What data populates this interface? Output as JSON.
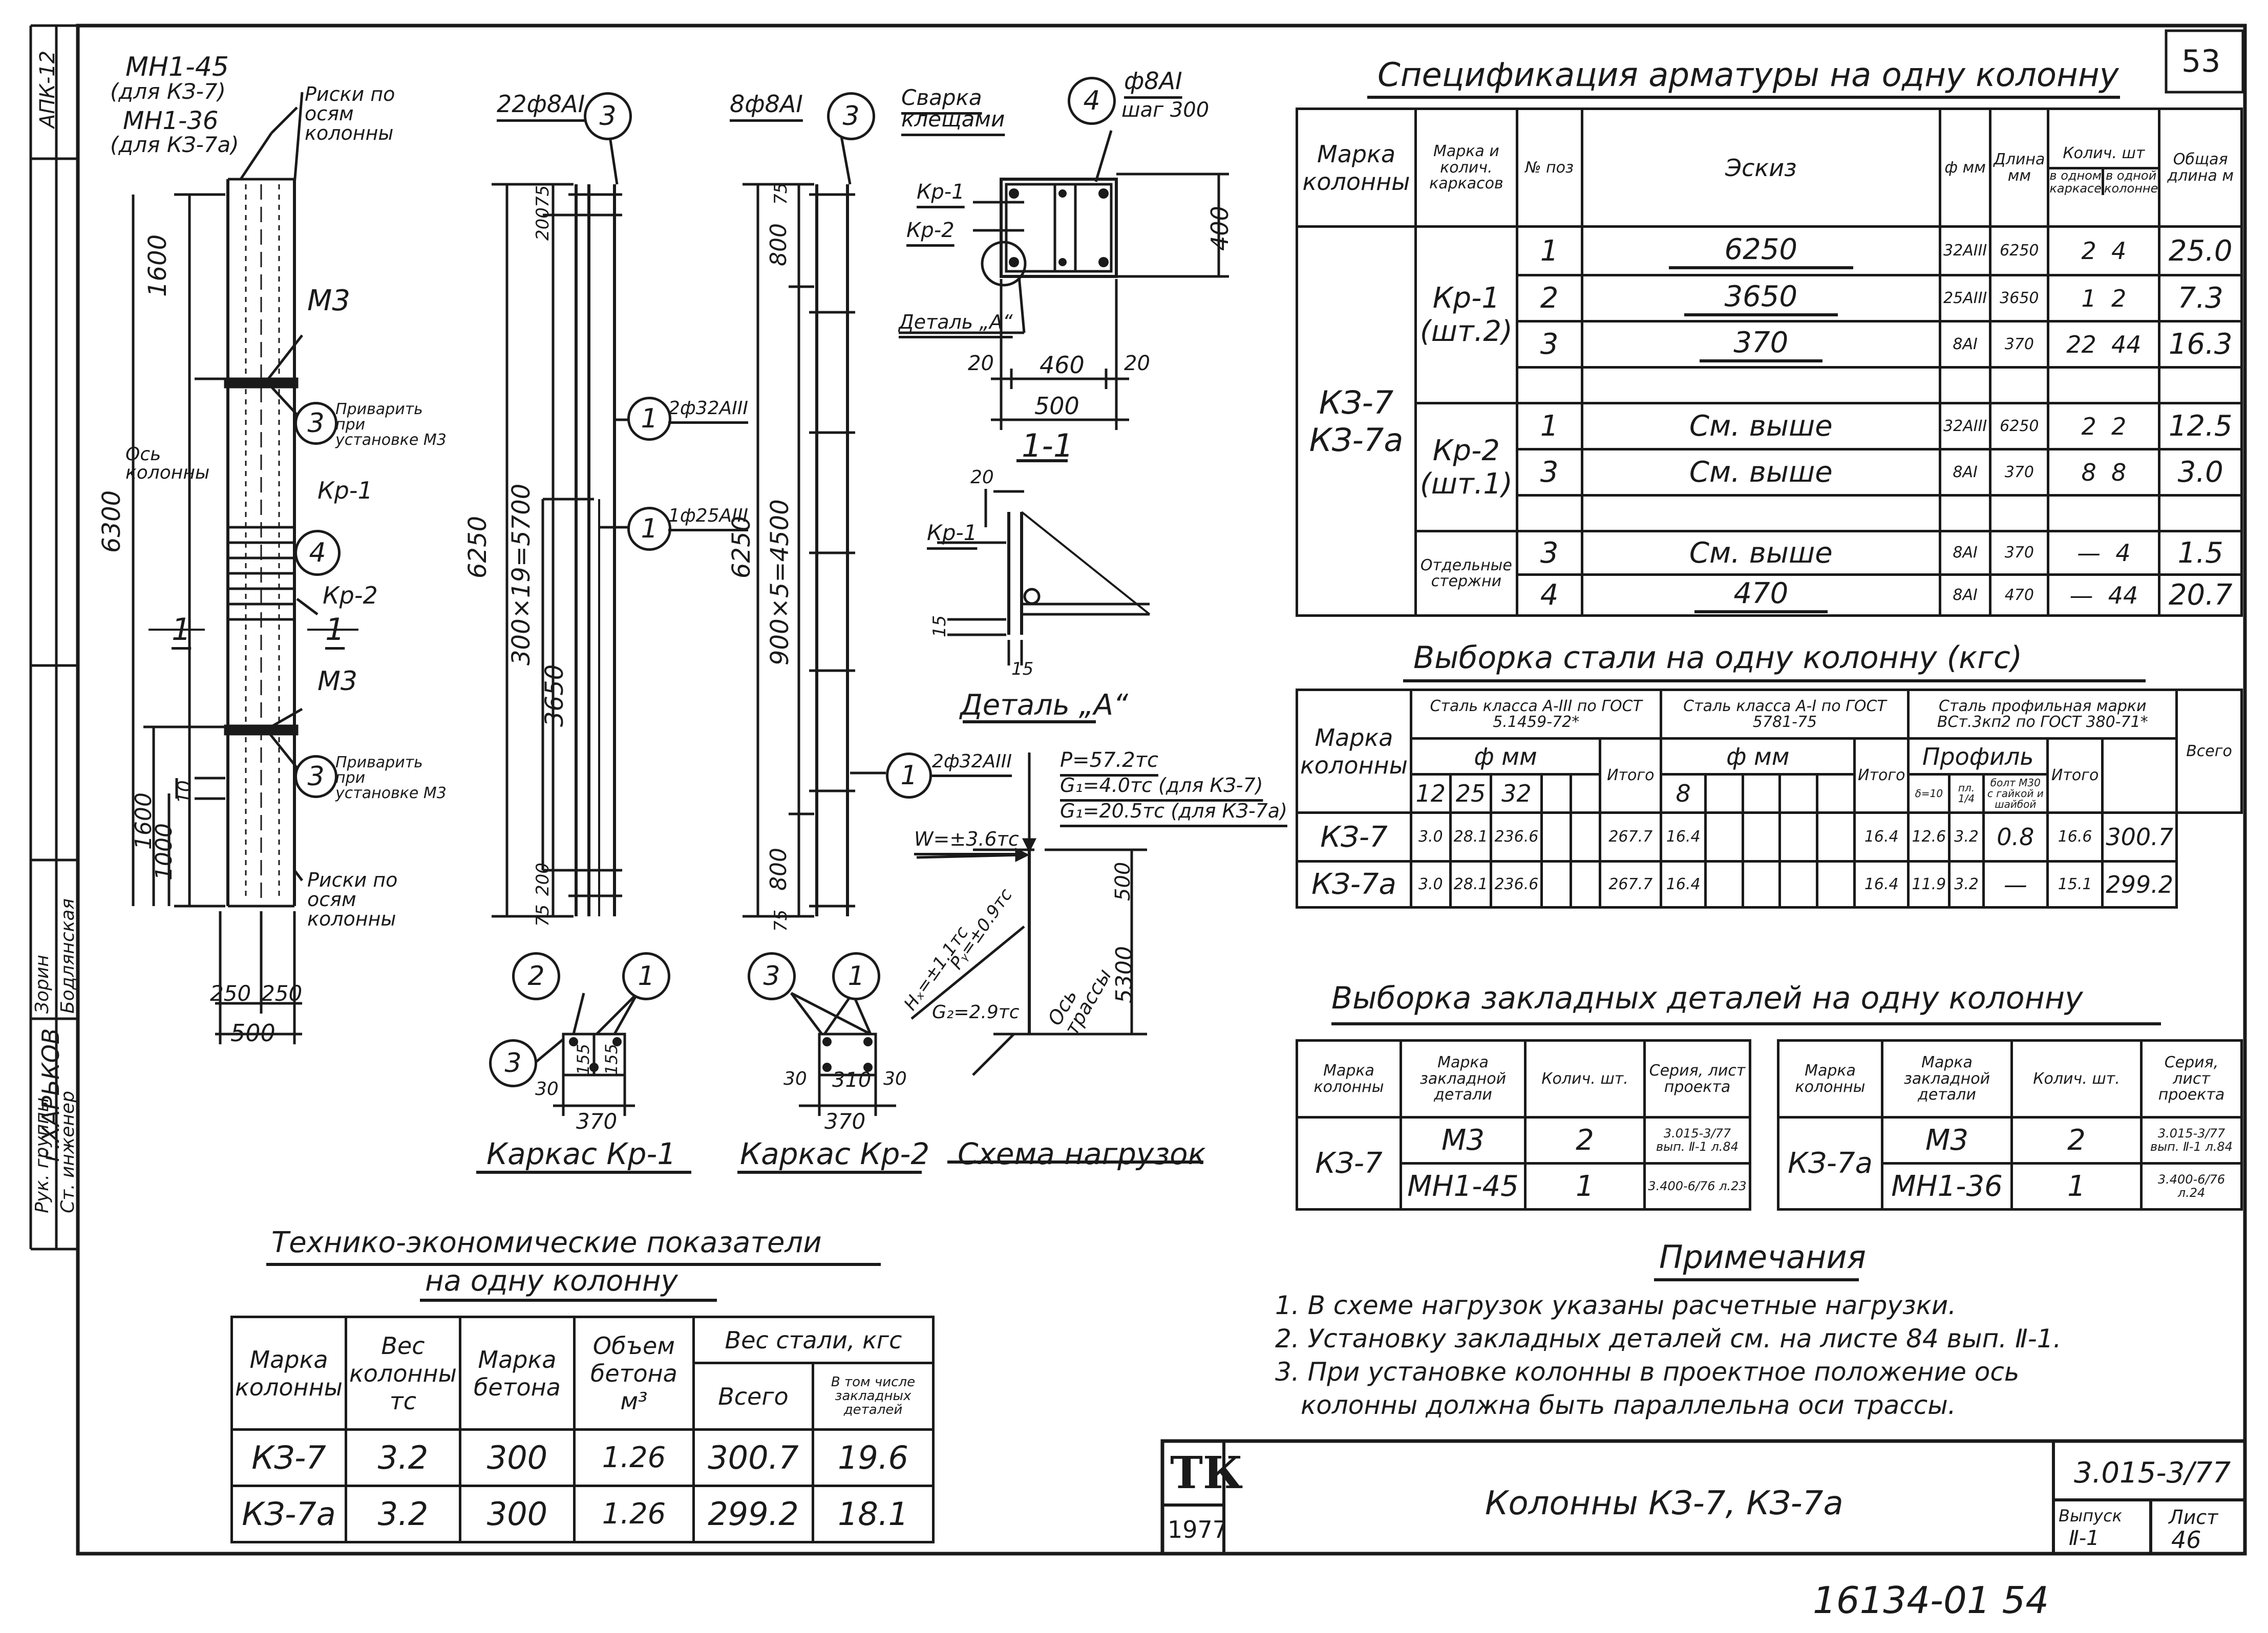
{
  "sheet": {
    "page_number": "53",
    "title": "Колонны КЗ-7, КЗ-7а",
    "code": "3.015-3/77",
    "issue_label": "Выпуск",
    "issue_value": "Ⅱ-1",
    "sheet_label": "Лист",
    "sheet_value": "46",
    "year": "1977",
    "logo": "ТК",
    "bottom_stamp": "16134-01 54",
    "corner_code": "АПК-12",
    "city": "г.ХАРЬКОВ",
    "roles": [
      "Рук. группы",
      "Ст. инженер"
    ],
    "names": [
      "Зорин",
      "Бодлянская"
    ]
  },
  "column_view": {
    "embed_label_1": "МН1-45",
    "embed_label_2": "(для КЗ-7)",
    "embed_label_3": "МН1-36",
    "embed_label_4": "(для КЗ-7а)",
    "risks_top": "Риски по осям колонны",
    "risks_bottom": "Риски по осям колонны",
    "m3_top": "М3",
    "m3_bottom": "М3",
    "weld_note_top": "Приварить при установке М3",
    "weld_note_bottom": "Приварить при установке М3",
    "axis_label": "Ось колонны",
    "kr1": "Кр-1",
    "kr2": "Кр-2",
    "section_mark_left": "1",
    "section_mark_right": "1",
    "dim_1600_top": "1600",
    "dim_6300": "6300",
    "dim_1600_bottom": "1600",
    "dim_1000": "1000",
    "dim_10": "10",
    "dim_250a": "250",
    "dim_250b": "250",
    "dim_500": "500",
    "bubble_3a": "3",
    "bubble_4": "4",
    "bubble_3b": "3"
  },
  "frame_kr1": {
    "top_label": "22ф8АI",
    "bubble_top": "3",
    "bubble_1": "1",
    "bar1_label": "2ф32АIII",
    "bar2_label": "1ф25АIII",
    "dim_75_top": "75",
    "dim_200_top": "200",
    "dim_6250": "6250",
    "dim_300x19": "300×19=5700",
    "dim_3650": "3650",
    "dim_200_bot": "200",
    "dim_75_bot": "75",
    "bubble_2": "2",
    "bubble_1b": "1",
    "bubble_3": "3",
    "sec_30": "30",
    "sec_155a": "155",
    "sec_155b": "155",
    "sec_370": "370",
    "caption": "Каркас Кр-1"
  },
  "frame_kr2": {
    "top_label": "8ф8АI",
    "bubble_top": "3",
    "dim_75_top": "75",
    "dim_800_top": "800",
    "dim_6250": "6250",
    "dim_900x5": "900×5=4500",
    "dim_800_bot": "800",
    "dim_75_bot": "75",
    "bar_label": "2ф32АIII",
    "bubble_1": "1",
    "bubble_3": "3",
    "bubble_1b": "1",
    "sec_30a": "30",
    "sec_310": "310",
    "sec_30b": "30",
    "sec_370": "370",
    "caption": "Каркас Кр-2"
  },
  "section_11": {
    "weld_label": "Сварка клещами",
    "bubble_4": "4",
    "stirrup_label": "ф8АI",
    "stirrup_step": "шаг 300",
    "kr1": "Кр-1",
    "kr2": "Кр-2",
    "detail_ref": "Деталь „А“",
    "dim_400": "400",
    "dim_20a": "20",
    "dim_460": "460",
    "dim_20b": "20",
    "dim_500": "500",
    "title": "1-1"
  },
  "detail_a": {
    "dim_20": "20",
    "kr1": "Кр-1",
    "dim_15a": "15",
    "dim_15b": "15",
    "title": "Деталь „А“"
  },
  "loads": {
    "p": "P=57.2тс",
    "g1a": "G₁=4.0тс (для КЗ-7)",
    "g1b": "G₁=20.5тс (для КЗ-7а)",
    "w": "W=±3.6тс",
    "hx": "Hₓ=±1.1тс",
    "py": "Pᵧ=±0.9тс",
    "g2": "G₂=2.9тс",
    "dim_500": "500",
    "dim_5300": "5300",
    "axis": "Ось трассы",
    "caption": "Схема нагрузок"
  },
  "spec": {
    "title": "Спецификация арматуры на одну колонну",
    "headers": {
      "column": "Марка колонны",
      "frame": "Марка и колич. каркасов",
      "pos": "№ поз",
      "sketch": "Эскиз",
      "diam": "ф мм",
      "length": "Длина мм",
      "qty": "Колич. шт",
      "qty_frame": "в одном каркасе",
      "qty_col": "в одной колонне",
      "total": "Общая длина м"
    },
    "column_marks": "КЗ-7 КЗ-7а",
    "groups": [
      {
        "frame": "Кр-1 (шт.2)",
        "rows": [
          {
            "pos": "1",
            "sketch": "6250",
            "diam": "32АIII",
            "len": "6250",
            "qf": "2",
            "qc": "4",
            "total": "25.0"
          },
          {
            "pos": "2",
            "sketch": "3650",
            "diam": "25АIII",
            "len": "3650",
            "qf": "1",
            "qc": "2",
            "total": "7.3"
          },
          {
            "pos": "3",
            "sketch": "370",
            "diam": "8АI",
            "len": "370",
            "qf": "22",
            "qc": "44",
            "total": "16.3"
          }
        ]
      },
      {
        "frame": "Кр-2 (шт.1)",
        "rows": [
          {
            "pos": "1",
            "sketch": "См. выше",
            "diam": "32АIII",
            "len": "6250",
            "qf": "2",
            "qc": "2",
            "total": "12.5"
          },
          {
            "pos": "3",
            "sketch": "См. выше",
            "diam": "8АI",
            "len": "370",
            "qf": "8",
            "qc": "8",
            "total": "3.0"
          }
        ]
      },
      {
        "frame": "Отдельные стержни",
        "rows": [
          {
            "pos": "3",
            "sketch": "См. выше",
            "diam": "8АI",
            "len": "370",
            "qf": "—",
            "qc": "4",
            "total": "1.5"
          },
          {
            "pos": "4",
            "sketch": "470",
            "diam": "8АI",
            "len": "470",
            "qf": "—",
            "qc": "44",
            "total": "20.7"
          }
        ]
      }
    ]
  },
  "steel": {
    "title": "Выборка стали на одну колонну (кгс)",
    "h_column": "Марка колонны",
    "h_a3": "Сталь класса А-III по ГОСТ 5.1459-72*",
    "h_a1": "Сталь класса А-I по ГОСТ 5781-75",
    "h_prof": "Сталь профильная марки ВСт.3кп2 по ГОСТ 380-71*",
    "h_diam": "ф мм",
    "h_diam2": "ф мм",
    "h_profile": "Профиль",
    "h_total": "Итого",
    "h_grand": "Всего",
    "d12": "12",
    "d25": "25",
    "d32": "32",
    "d8": "8",
    "p1": "δ=10",
    "p2": "пл. 1/4",
    "p3": "болт М30 с гайкой и шайбой",
    "rows": [
      {
        "mark": "КЗ-7",
        "a12": "3.0",
        "a25": "28.1",
        "a32": "236.6",
        "ta": "267.7",
        "b8": "16.4",
        "tb": "16.4",
        "p1": "12.6",
        "p2": "3.2",
        "p3": "0.8",
        "tp": "16.6",
        "all": "300.7"
      },
      {
        "mark": "КЗ-7а",
        "a12": "3.0",
        "a25": "28.1",
        "a32": "236.6",
        "ta": "267.7",
        "b8": "16.4",
        "tb": "16.4",
        "p1": "11.9",
        "p2": "3.2",
        "p3": "—",
        "tp": "15.1",
        "all": "299.2"
      }
    ]
  },
  "embeds": {
    "title": "Выборка закладных деталей на одну колонну",
    "headers": [
      "Марка колонны",
      "Марка закладной детали",
      "Колич. шт.",
      "Серия, лист проекта"
    ],
    "left": {
      "mark": "КЗ-7",
      "rows": [
        {
          "part": "М3",
          "qty": "2",
          "series": "3.015-3/77 вып. Ⅱ-1 л.84"
        },
        {
          "part": "МН1-45",
          "qty": "1",
          "series": "3.400-6/76 л.23"
        }
      ]
    },
    "right": {
      "mark": "КЗ-7а",
      "rows": [
        {
          "part": "М3",
          "qty": "2",
          "series": "3.015-3/77 вып. Ⅱ-1 л.84"
        },
        {
          "part": "МН1-36",
          "qty": "1",
          "series": "3.400-6/76 л.24"
        }
      ]
    }
  },
  "notes": {
    "title": "Примечания",
    "items": [
      "1. В схеме нагрузок указаны расчетные нагрузки.",
      "2. Установку закладных деталей см. на листе 84 вып. Ⅱ-1.",
      "3. При установке колонны в проектное положение ось",
      "колонны должна быть параллельна оси трассы."
    ]
  },
  "tep": {
    "title1": "Технико-экономические показатели",
    "title2": "на одну колонну",
    "headers": {
      "mark": "Марка колонны",
      "weight": "Вес колонны тс",
      "concrete": "Марка бетона",
      "volume": "Объем бетона м³",
      "steel": "Вес стали, кгс",
      "all": "Всего",
      "incl": "В том числе закладных деталей"
    },
    "rows": [
      {
        "mark": "КЗ-7",
        "weight": "3.2",
        "concrete": "300",
        "volume": "1.26",
        "all": "300.7",
        "incl": "19.6"
      },
      {
        "mark": "КЗ-7а",
        "weight": "3.2",
        "concrete": "300",
        "volume": "1.26",
        "all": "299.2",
        "incl": "18.1"
      }
    ]
  }
}
